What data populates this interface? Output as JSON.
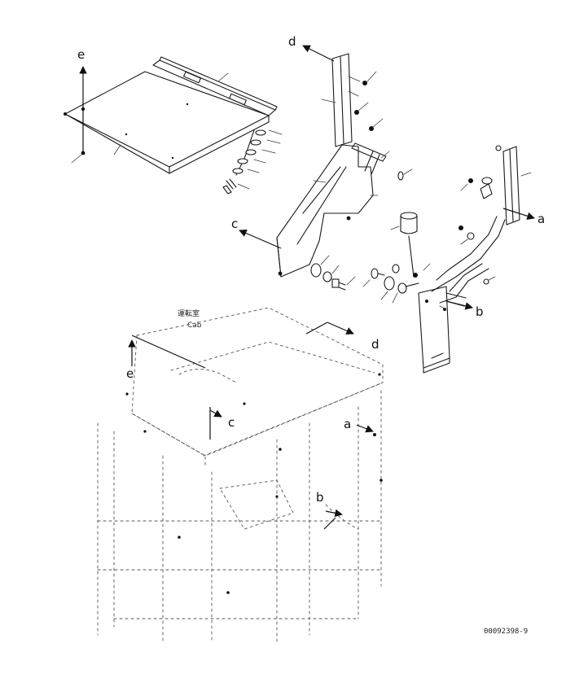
{
  "labels": {
    "a_top": "a",
    "b_top": "b",
    "c_top": "c",
    "d_top": "d",
    "e_top": "e",
    "a_low": "a",
    "b_low": "b",
    "c_low": "c",
    "d_low": "d",
    "e_low": "e"
  },
  "cab_label": {
    "line1": "運転室",
    "line2": "Cab"
  },
  "figure_code": "00092398-9"
}
